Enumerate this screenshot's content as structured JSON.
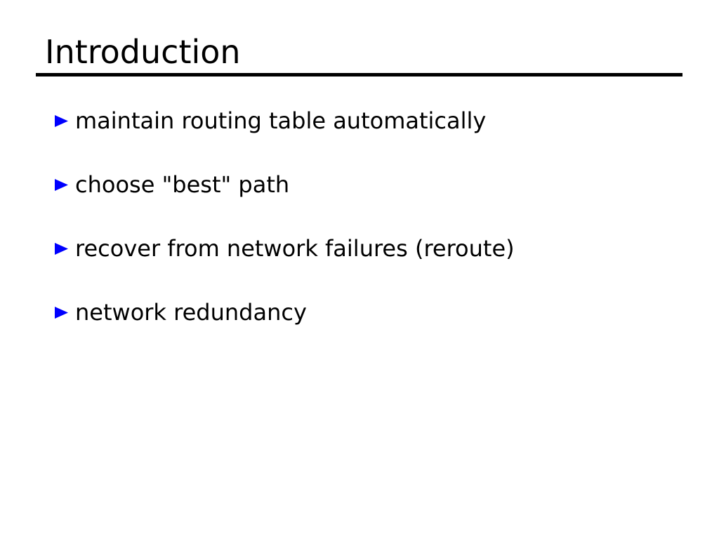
{
  "slide": {
    "title": "Introduction",
    "background_color": "#ffffff",
    "text_color": "#000000",
    "rule_color": "#000000",
    "bullet_color": "#0000FF",
    "bullet_icon": "triangle-right-icon",
    "bullets": [
      {
        "text": "maintain routing table automatically"
      },
      {
        "text": "choose \"best\" path"
      },
      {
        "text": "recover from network failures (reroute)"
      },
      {
        "text": "network redundancy"
      }
    ]
  }
}
